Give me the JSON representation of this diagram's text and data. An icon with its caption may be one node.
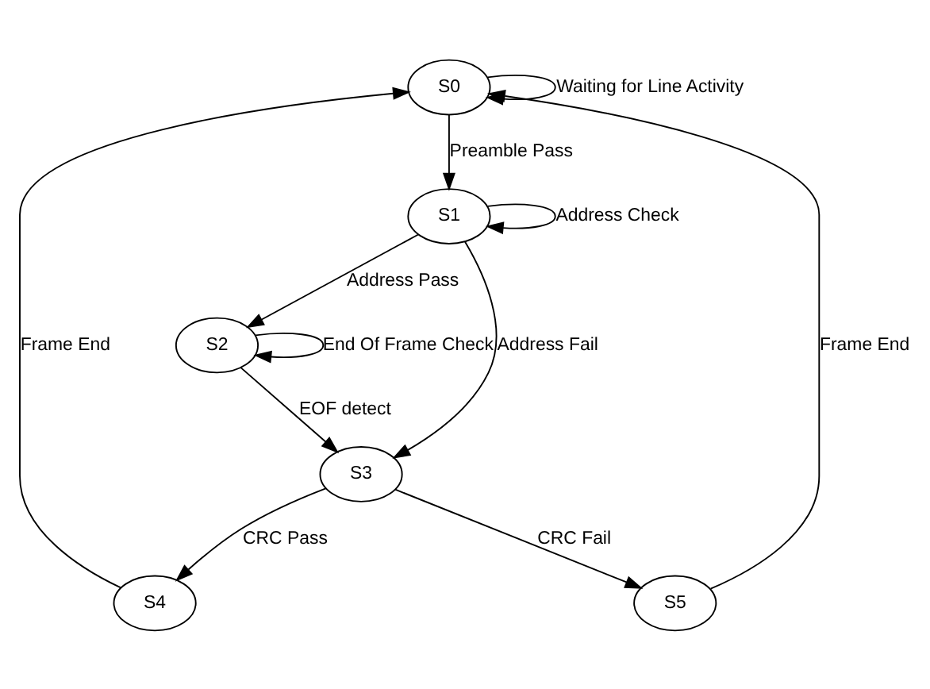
{
  "diagram": {
    "nodes": [
      {
        "text": [
          "S0"
        ]
      },
      {
        "text": [
          "S1"
        ]
      },
      {
        "text": [
          "S2"
        ]
      },
      {
        "text": [
          "S3"
        ]
      },
      {
        "text": [
          "S4"
        ]
      },
      {
        "text": [
          "S5"
        ]
      }
    ],
    "edges": [
      {
        "from": 0,
        "to": 0,
        "arrow": "to",
        "label": "Waiting for Line Activity"
      },
      {
        "from": 0,
        "to": 1,
        "arrow": "to",
        "label": "Preamble Pass"
      },
      {
        "from": 1,
        "to": 1,
        "arrow": "to",
        "label": "Address Check"
      },
      {
        "from": 1,
        "to": 2,
        "arrow": "to",
        "label": "Address Pass"
      },
      {
        "from": 1,
        "to": 3,
        "arrow": "to",
        "label": "Address Fail"
      },
      {
        "from": 2,
        "to": 2,
        "arrow": "to",
        "label": "End Of Frame Check"
      },
      {
        "from": 2,
        "to": 3,
        "arrow": "to",
        "label": "EOF detect"
      },
      {
        "from": 3,
        "to": 4,
        "arrow": "to",
        "label": "CRC Pass"
      },
      {
        "from": 3,
        "to": 5,
        "arrow": "to",
        "label": "CRC Fail"
      },
      {
        "from": 4,
        "to": 0,
        "arrow": "to",
        "label": "Frame End"
      },
      {
        "from": 5,
        "to": 0,
        "arrow": "to",
        "label": "Frame End"
      }
    ]
  }
}
